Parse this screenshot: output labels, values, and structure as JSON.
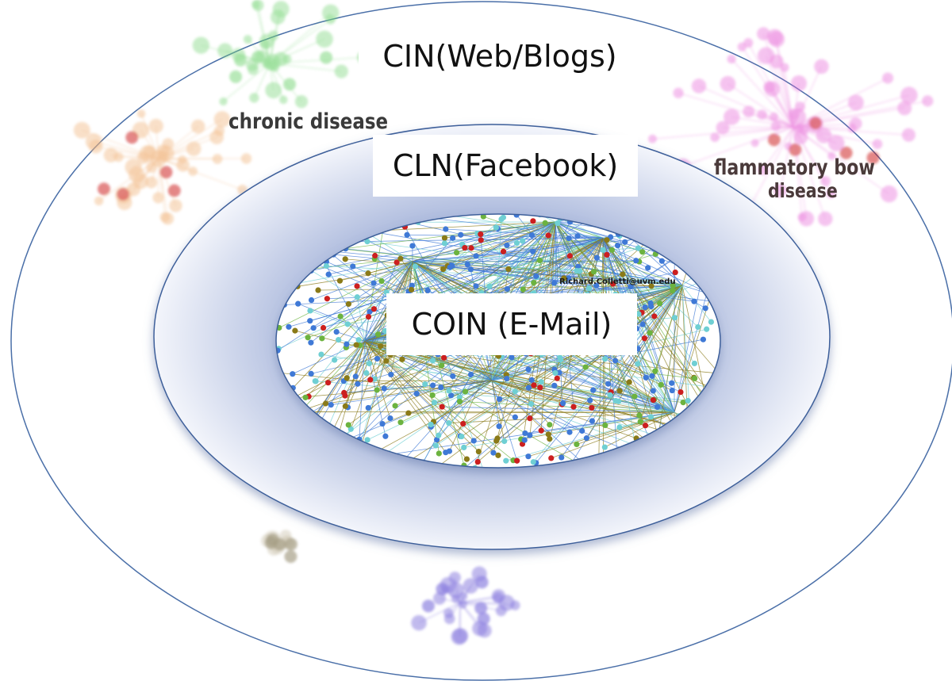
{
  "labels": {
    "outer": "CIN(Web/Blogs)",
    "middle": "CLN(Facebook)",
    "inner": "COIN  (E-Mail)"
  },
  "background_text": {
    "chronic": "chronic disease",
    "inflammatory": "flammatory bow",
    "disease": "disease",
    "email": "Richard.Colletti@uvm.edu"
  },
  "colors": {
    "ellipse_stroke": "#4a6fa8",
    "middle_fill": "#c9d3ea",
    "node_blue": "#3f79d6",
    "node_cyan": "#6fcfd3",
    "node_olive": "#8a7a18",
    "node_red": "#cc1f1f",
    "node_pink": "#e86fd8",
    "node_orange": "#f0b27a",
    "node_green": "#7ad67a",
    "node_purple": "#6a5ad6"
  }
}
